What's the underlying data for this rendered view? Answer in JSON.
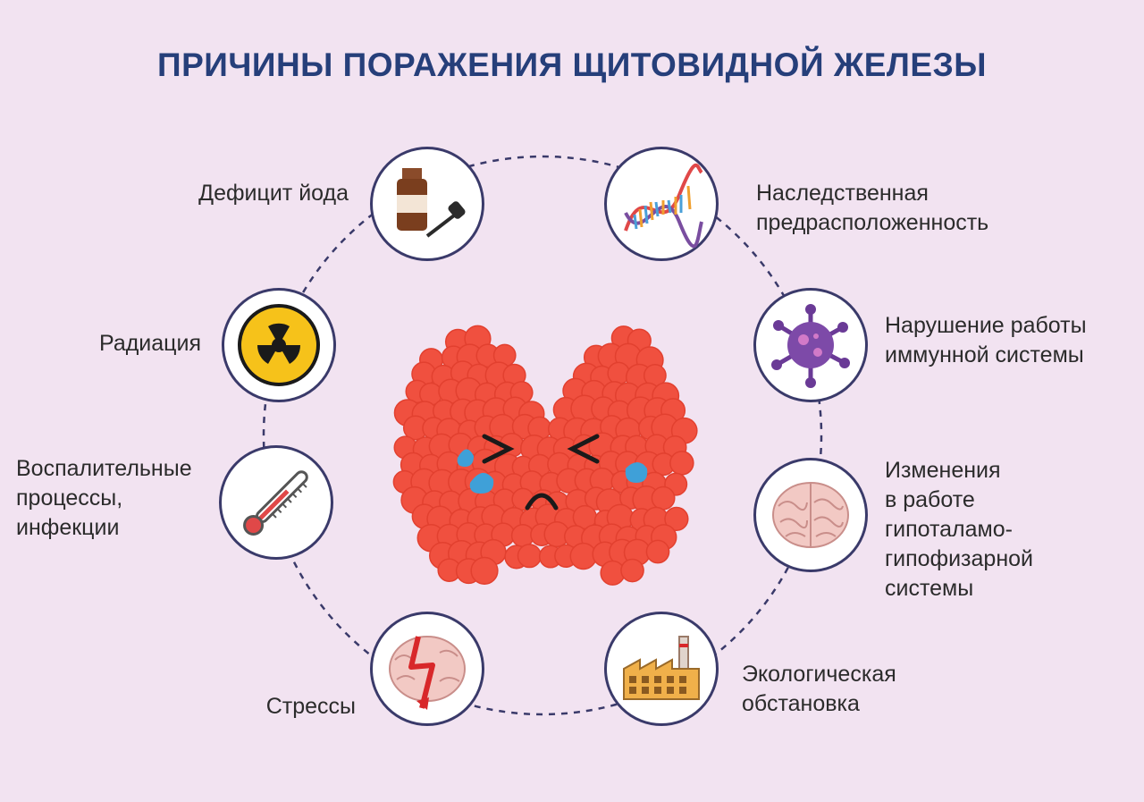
{
  "title": "ПРИЧИНЫ ПОРАЖЕНИЯ ЩИТОВИДНОЙ ЖЕЛЕЗЫ",
  "causes": [
    {
      "id": "iodine",
      "lines": [
        "Дефицит йода"
      ],
      "icon": "iodine-bottle-dropper-icon"
    },
    {
      "id": "heredity",
      "lines": [
        "Наследственная",
        "предрасположенность"
      ],
      "icon": "dna-icon"
    },
    {
      "id": "radiation",
      "lines": [
        "Радиация"
      ],
      "icon": "radiation-icon"
    },
    {
      "id": "immune",
      "lines": [
        "Нарушение работы",
        "иммунной системы"
      ],
      "icon": "virus-icon"
    },
    {
      "id": "inflammation",
      "lines": [
        "Воспалительные",
        "процессы,",
        "инфекции"
      ],
      "icon": "thermometer-icon"
    },
    {
      "id": "hypothalamic",
      "lines": [
        "Изменения",
        "в работе",
        "гипоталамо-",
        "гипофизарной",
        "системы"
      ],
      "icon": "brain-icon"
    },
    {
      "id": "stress",
      "lines": [
        "Стрессы"
      ],
      "icon": "brain-lightning-icon"
    },
    {
      "id": "ecology",
      "lines": [
        "Экологическая",
        "обстановка"
      ],
      "icon": "factory-icon"
    }
  ],
  "colors": {
    "background": "#f2e3f1",
    "title": "#263f7a",
    "gland": "#f0503f",
    "ring": "#3a3a6a"
  }
}
